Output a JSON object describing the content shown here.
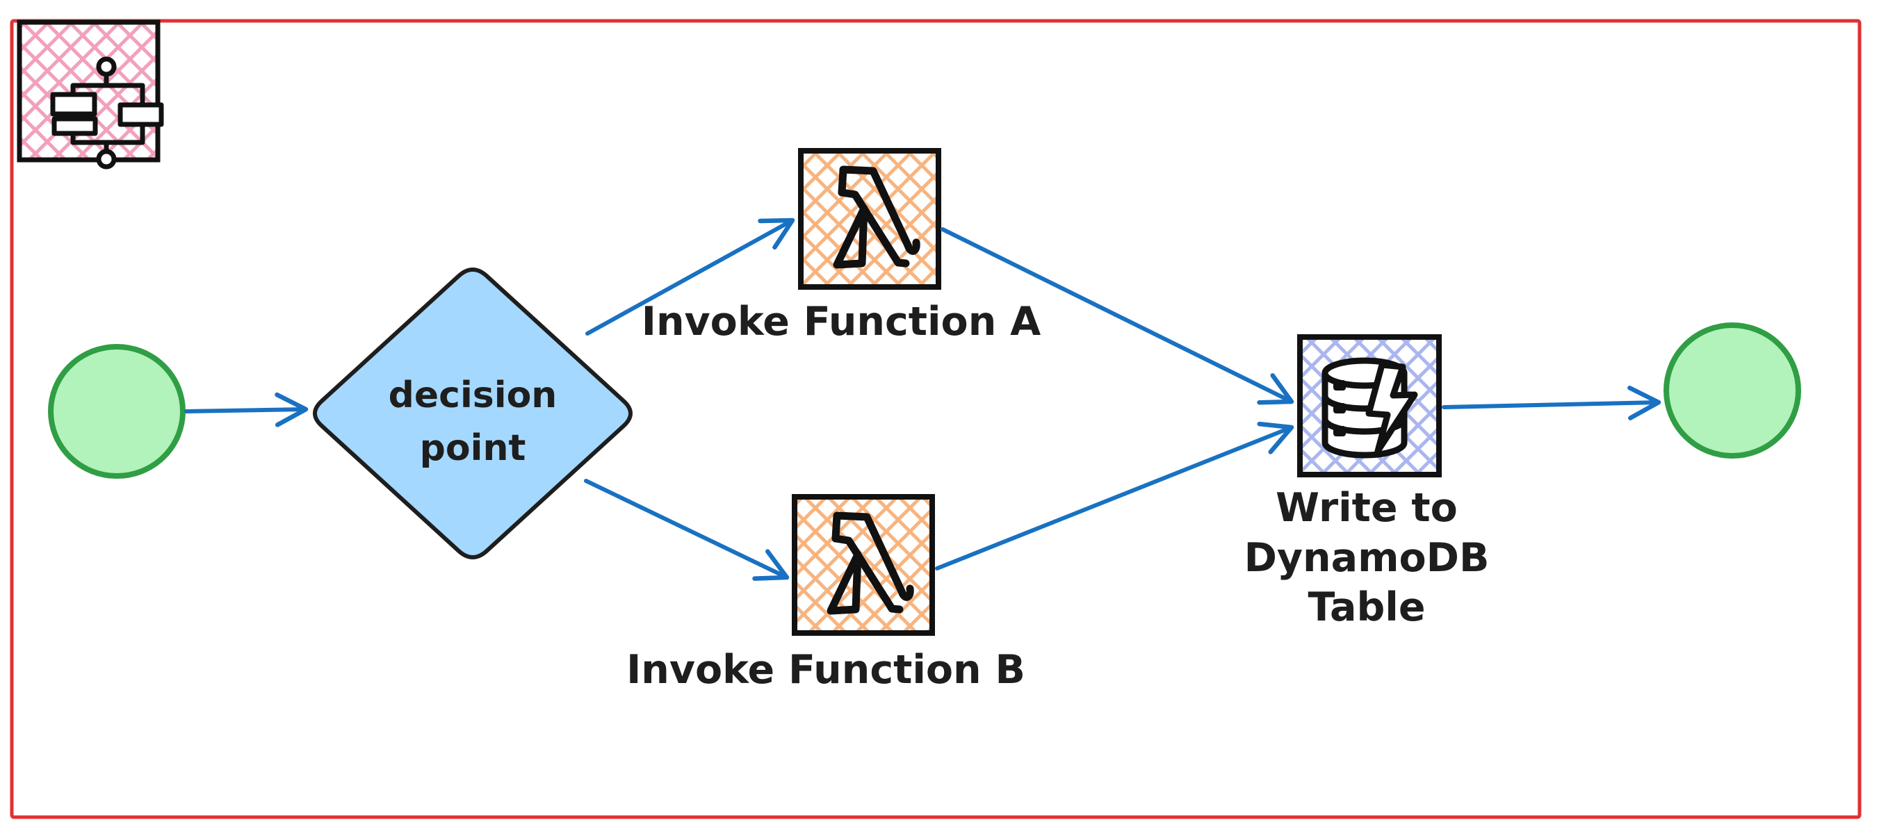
{
  "app": {
    "kind": "whiteboard-diagram",
    "style": "hand-drawn"
  },
  "colors": {
    "frame": "#e03131",
    "arrow": "#1971c2",
    "node_stroke": "#1e1e1e",
    "start_end_fill": "#b2f2bb",
    "start_end_stroke": "#2f9e44",
    "decision_fill": "#a5d8ff",
    "lambda_hatch": "#f8b47f",
    "dynamodb_hatch": "#aab6ef",
    "workflow_icon_hatch": "#f2a0bc"
  },
  "diagram": {
    "frame": {
      "description": "red rectangular frame around whole workflow"
    },
    "workflow_badge": {
      "icon": "step-functions-workflow-icon"
    },
    "nodes": [
      {
        "id": "start",
        "type": "start-circle",
        "label": ""
      },
      {
        "id": "decision",
        "type": "diamond",
        "label": "decision point",
        "label_lines": [
          "decision",
          "point"
        ]
      },
      {
        "id": "lambda_a",
        "type": "lambda-task",
        "label": "Invoke Function A",
        "icon": "lambda-icon"
      },
      {
        "id": "lambda_b",
        "type": "lambda-task",
        "label": "Invoke Function B",
        "icon": "lambda-icon"
      },
      {
        "id": "dynamodb",
        "type": "dynamodb-task",
        "label": "Write to DynamoDB Table",
        "label_lines": [
          "Write to",
          "DynamoDB",
          "Table"
        ],
        "icon": "dynamodb-icon"
      },
      {
        "id": "end",
        "type": "end-circle",
        "label": ""
      }
    ],
    "labels": {
      "decision_line1": "decision",
      "decision_line2": "point",
      "lambda_a": "Invoke Function A",
      "lambda_b": "Invoke Function B",
      "dynamodb_line1": "Write to",
      "dynamodb_line2": "DynamoDB",
      "dynamodb_line3": "Table"
    },
    "edges": [
      {
        "from": "start",
        "to": "decision"
      },
      {
        "from": "decision",
        "to": "lambda_a"
      },
      {
        "from": "decision",
        "to": "lambda_b"
      },
      {
        "from": "lambda_a",
        "to": "dynamodb"
      },
      {
        "from": "lambda_b",
        "to": "dynamodb"
      },
      {
        "from": "dynamodb",
        "to": "end"
      }
    ]
  }
}
